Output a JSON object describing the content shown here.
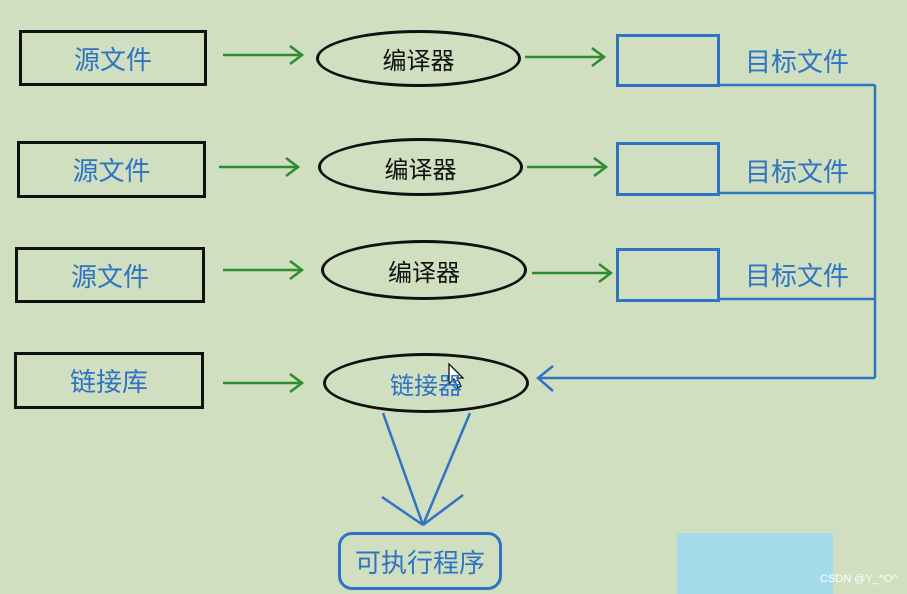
{
  "rows": [
    {
      "source": "源文件",
      "compiler": "编译器",
      "object": "目标文件"
    },
    {
      "source": "源文件",
      "compiler": "编译器",
      "object": "目标文件"
    },
    {
      "source": "源文件",
      "compiler": "编译器",
      "object": "目标文件"
    }
  ],
  "library": "链接库",
  "linker": "链接器",
  "executable": "可执行程序",
  "watermark": "CSDN @Y_^O^",
  "colors": {
    "background": "#cfdfc0",
    "blue": "#2f73c3",
    "green_arrow": "#2e8b2e",
    "black": "#111111",
    "patch": "#a4dbea"
  }
}
